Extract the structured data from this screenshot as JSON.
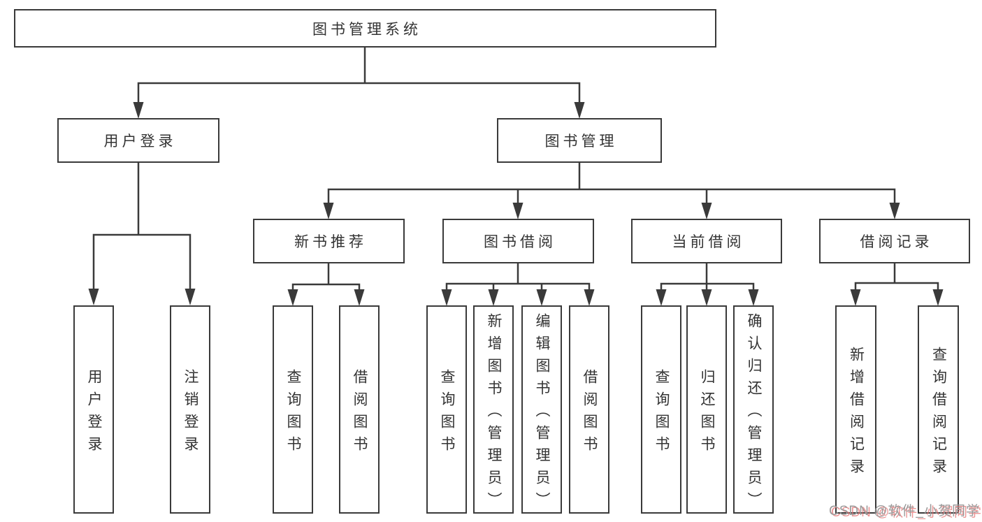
{
  "tree": {
    "root": "图书管理系统",
    "branches": [
      {
        "label": "用户登录",
        "children": [
          "用户登录",
          "注销登录"
        ]
      },
      {
        "label": "图书管理",
        "children": [
          {
            "label": "新书推荐",
            "children": [
              "查询图书",
              "借阅图书"
            ]
          },
          {
            "label": "图书借阅",
            "children": [
              "查询图书",
              "新增图书（管理员）",
              "编辑图书（管理员）",
              "借阅图书"
            ]
          },
          {
            "label": "当前借阅",
            "children": [
              "查询图书",
              "归还图书",
              "确认归还（管理员）"
            ]
          },
          {
            "label": "借阅记录",
            "children": [
              "新增借阅记录",
              "查询借阅记录"
            ]
          }
        ]
      }
    ]
  },
  "watermark": {
    "text": "CSDN @软件_小贺同学"
  },
  "colors": {
    "line": "#3a3a3a",
    "box_border": "#3a3a3a",
    "text": "#333333",
    "watermark_gray": "#9a9a9a",
    "watermark_red": "#e57373"
  }
}
